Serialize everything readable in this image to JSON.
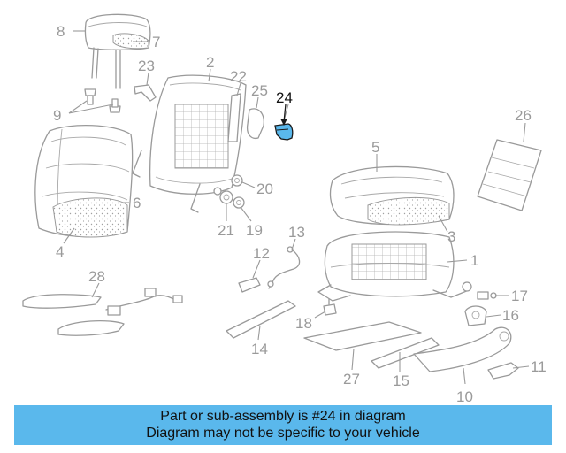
{
  "diagram": {
    "highlight_color": "#5ab8ec",
    "callouts": [
      {
        "id": "c1",
        "label": "1"
      },
      {
        "id": "c2",
        "label": "2"
      },
      {
        "id": "c3",
        "label": "3"
      },
      {
        "id": "c4",
        "label": "4"
      },
      {
        "id": "c5",
        "label": "5"
      },
      {
        "id": "c6",
        "label": "6"
      },
      {
        "id": "c7",
        "label": "7"
      },
      {
        "id": "c8",
        "label": "8"
      },
      {
        "id": "c9",
        "label": "9"
      },
      {
        "id": "c10",
        "label": "10"
      },
      {
        "id": "c11",
        "label": "11"
      },
      {
        "id": "c12",
        "label": "12"
      },
      {
        "id": "c13",
        "label": "13"
      },
      {
        "id": "c14",
        "label": "14"
      },
      {
        "id": "c15",
        "label": "15"
      },
      {
        "id": "c16",
        "label": "16"
      },
      {
        "id": "c17",
        "label": "17"
      },
      {
        "id": "c18",
        "label": "18"
      },
      {
        "id": "c19",
        "label": "19"
      },
      {
        "id": "c20",
        "label": "20"
      },
      {
        "id": "c21",
        "label": "21"
      },
      {
        "id": "c22",
        "label": "22"
      },
      {
        "id": "c23",
        "label": "23"
      },
      {
        "id": "c24",
        "label": "24",
        "highlighted": true
      },
      {
        "id": "c25",
        "label": "25"
      },
      {
        "id": "c26",
        "label": "26"
      },
      {
        "id": "c27",
        "label": "27"
      },
      {
        "id": "c28",
        "label": "28"
      }
    ]
  },
  "caption": {
    "line1": "Part or sub-assembly is #24 in diagram",
    "line2": "Diagram may not be specific to your vehicle"
  }
}
